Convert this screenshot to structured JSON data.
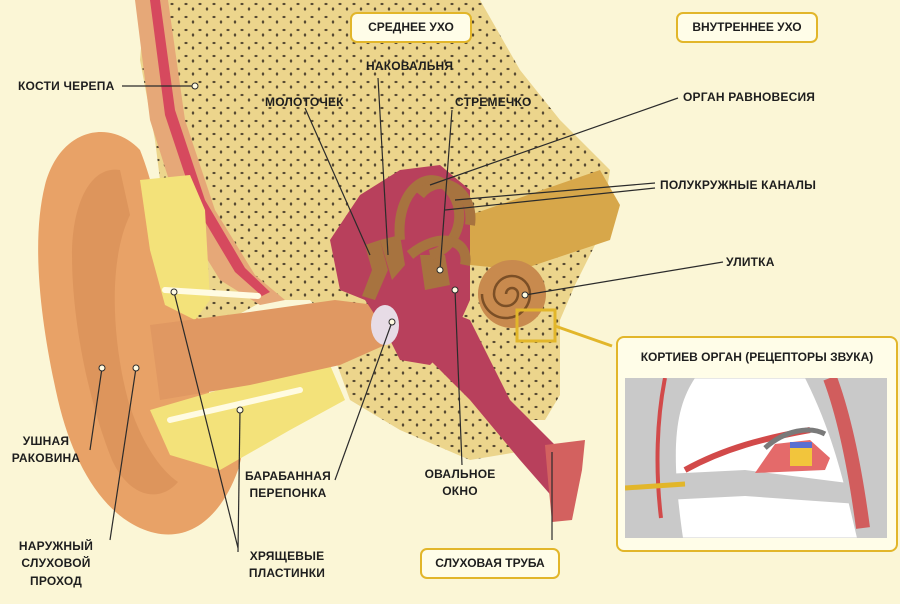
{
  "headers": {
    "middle_ear": "СРЕДНЕЕ УХО",
    "inner_ear": "ВНУТРЕННЕЕ УХО"
  },
  "labels": {
    "skull_bones": "КОСТИ ЧЕРЕПА",
    "incus": "НАКОВАЛЬНЯ",
    "malleus": "МОЛОТОЧЕК",
    "stapes": "СТРЕМЕЧКО",
    "vestibular_organ": "ОРГАН РАВНОВЕСИЯ",
    "semicircular_canals": "ПОЛУКРУЖНЫЕ КАНАЛЫ",
    "cochlea": "УЛИТКА",
    "auricle_line1": "УШНАЯ",
    "auricle_line2": "РАКОВИНА",
    "ear_canal_line1": "НАРУЖНЫЙ",
    "ear_canal_line2": "СЛУХОВОЙ",
    "ear_canal_line3": "ПРОХОД",
    "eardrum_line1": "БАРАБАННАЯ",
    "eardrum_line2": "ПЕРЕПОНКА",
    "cartilage_line1": "ХРЯЩЕВЫЕ",
    "cartilage_line2": "ПЛАСТИНКИ",
    "oval_window_line1": "ОВАЛЬНОЕ",
    "oval_window_line2": "ОКНО",
    "eustachian_tube": "СЛУХОВАЯ ТРУБА"
  },
  "inset": {
    "title": "КОРТИЕВ ОРГАН (РЕЦЕПТОРЫ ЗВУКА)"
  },
  "colors": {
    "background": "#fbf6d6",
    "bone": "#ecd58c",
    "skin": "#e8a267",
    "cartilage": "#f3e27a",
    "tissue": "#b8405c",
    "ossicles": "#a7733f",
    "highlight": "#e2b62a"
  }
}
